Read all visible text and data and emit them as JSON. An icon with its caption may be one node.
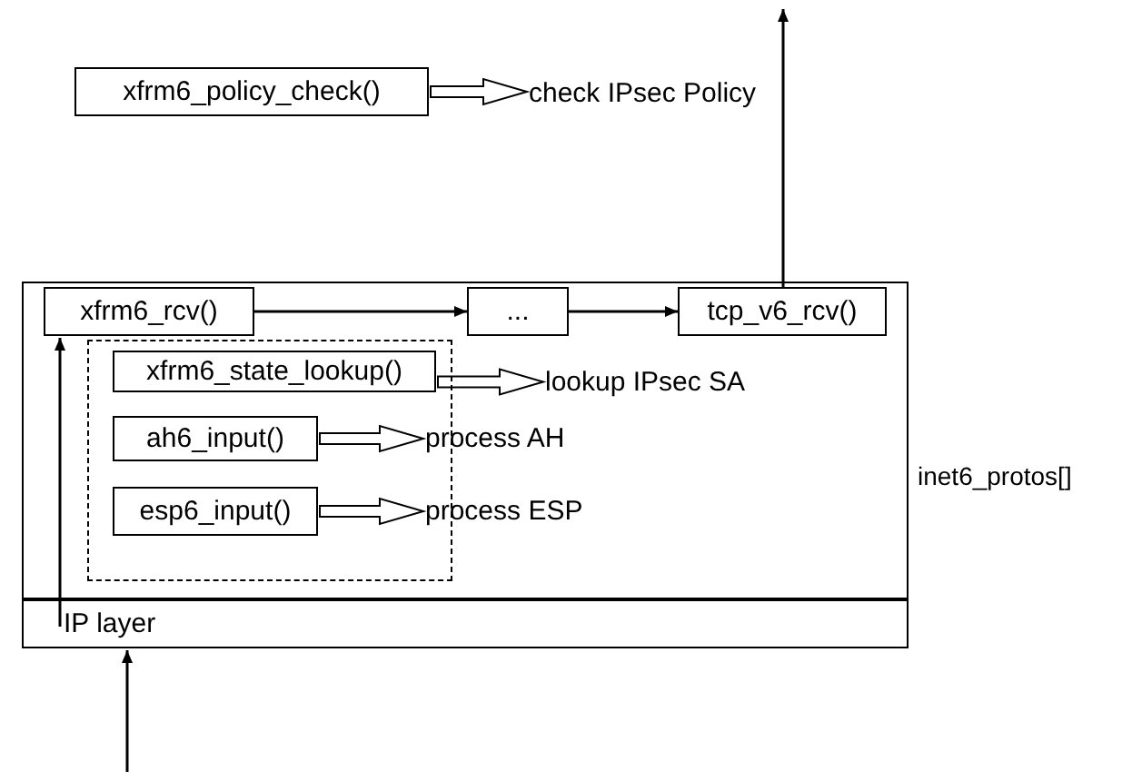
{
  "diagram": {
    "nodes": [
      {
        "text": [
          "xfrm6_policy_check()"
        ]
      },
      {
        "text": [
          "check IPsec Policy"
        ]
      },
      {
        "text": [],
        "shape": "box",
        "beside": [
          "inet6_protos[]"
        ]
      },
      {
        "text": [
          "IP layer"
        ]
      },
      {
        "text": [
          "xfrm6_rcv()"
        ],
        "in": 2
      },
      {
        "text": [
          "..."
        ],
        "in": 2
      },
      {
        "text": [
          "tcp_v6_rcv()"
        ],
        "in": 2
      },
      {
        "text": [],
        "shape": "box",
        "in": 2
      },
      {
        "text": [
          "xfrm6_state_lookup()"
        ],
        "in": 7
      },
      {
        "text": [
          "lookup IPsec SA"
        ],
        "in": 2
      },
      {
        "text": [
          "ah6_input()"
        ],
        "in": 7
      },
      {
        "text": [
          "process AH"
        ],
        "in": 2
      },
      {
        "text": [
          "esp6_input()"
        ],
        "in": 7
      },
      {
        "text": [
          "process ESP"
        ],
        "in": 2
      }
    ],
    "edges": [
      {
        "from": 0,
        "to": 1,
        "arrow": "to",
        "style": "thick"
      },
      {
        "from": 4,
        "to": 5,
        "arrow": "to"
      },
      {
        "from": 5,
        "to": 6,
        "arrow": "to"
      },
      {
        "from": 6,
        "to": null,
        "arrow": "to"
      },
      {
        "from": null,
        "to": 3,
        "arrow": "to"
      },
      {
        "from": 3,
        "to": 4,
        "arrow": "to"
      },
      {
        "from": 8,
        "to": 9,
        "arrow": "to",
        "style": "thick"
      },
      {
        "from": 10,
        "to": 11,
        "arrow": "to",
        "style": "thick"
      },
      {
        "from": 12,
        "to": 13,
        "arrow": "to",
        "style": "thick"
      }
    ]
  }
}
